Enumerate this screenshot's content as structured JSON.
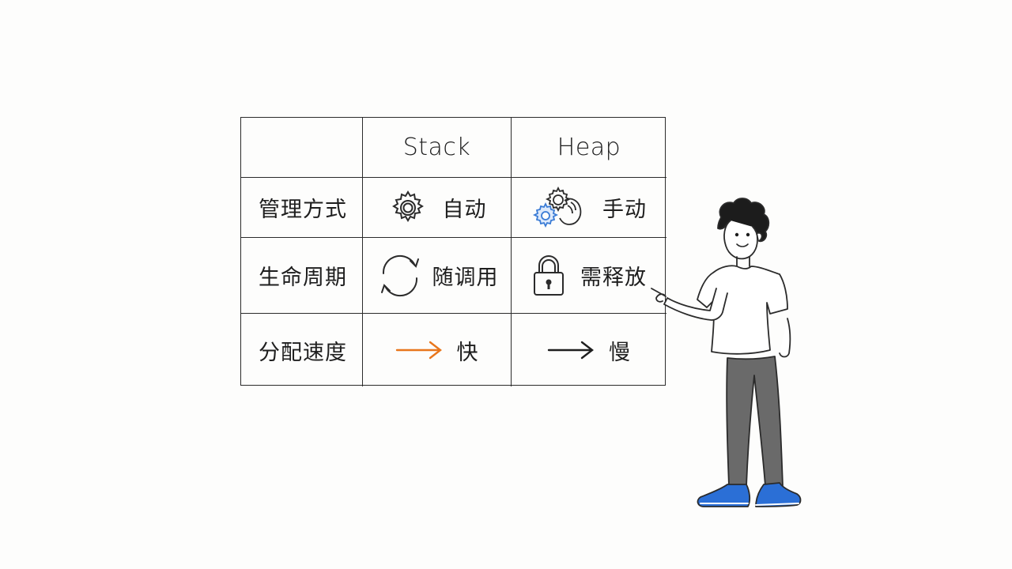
{
  "table": {
    "headers": [
      "",
      "Stack",
      "Heap"
    ],
    "rows": [
      {
        "label": "管理方式",
        "stack": {
          "icon": "gear-icon",
          "text": "自动"
        },
        "heap": {
          "icon": "gear-hand-icon",
          "text": "手动"
        }
      },
      {
        "label": "生命周期",
        "stack": {
          "icon": "cycle-arrows-icon",
          "text": "随调用"
        },
        "heap": {
          "icon": "padlock-icon",
          "text": "需释放"
        }
      },
      {
        "label": "分配速度",
        "stack": {
          "icon": "arrow-right-icon",
          "text": "快"
        },
        "heap": {
          "icon": "arrow-right-icon",
          "text": "慢"
        }
      }
    ]
  },
  "colors": {
    "ink": "#2b2b2b",
    "accent_blue": "#3a7bd5",
    "accent_orange": "#e8761c",
    "shoe_blue": "#2b6fd6",
    "pants_gray": "#6a6a6a"
  },
  "illustration": {
    "figure": "person-pointing"
  }
}
